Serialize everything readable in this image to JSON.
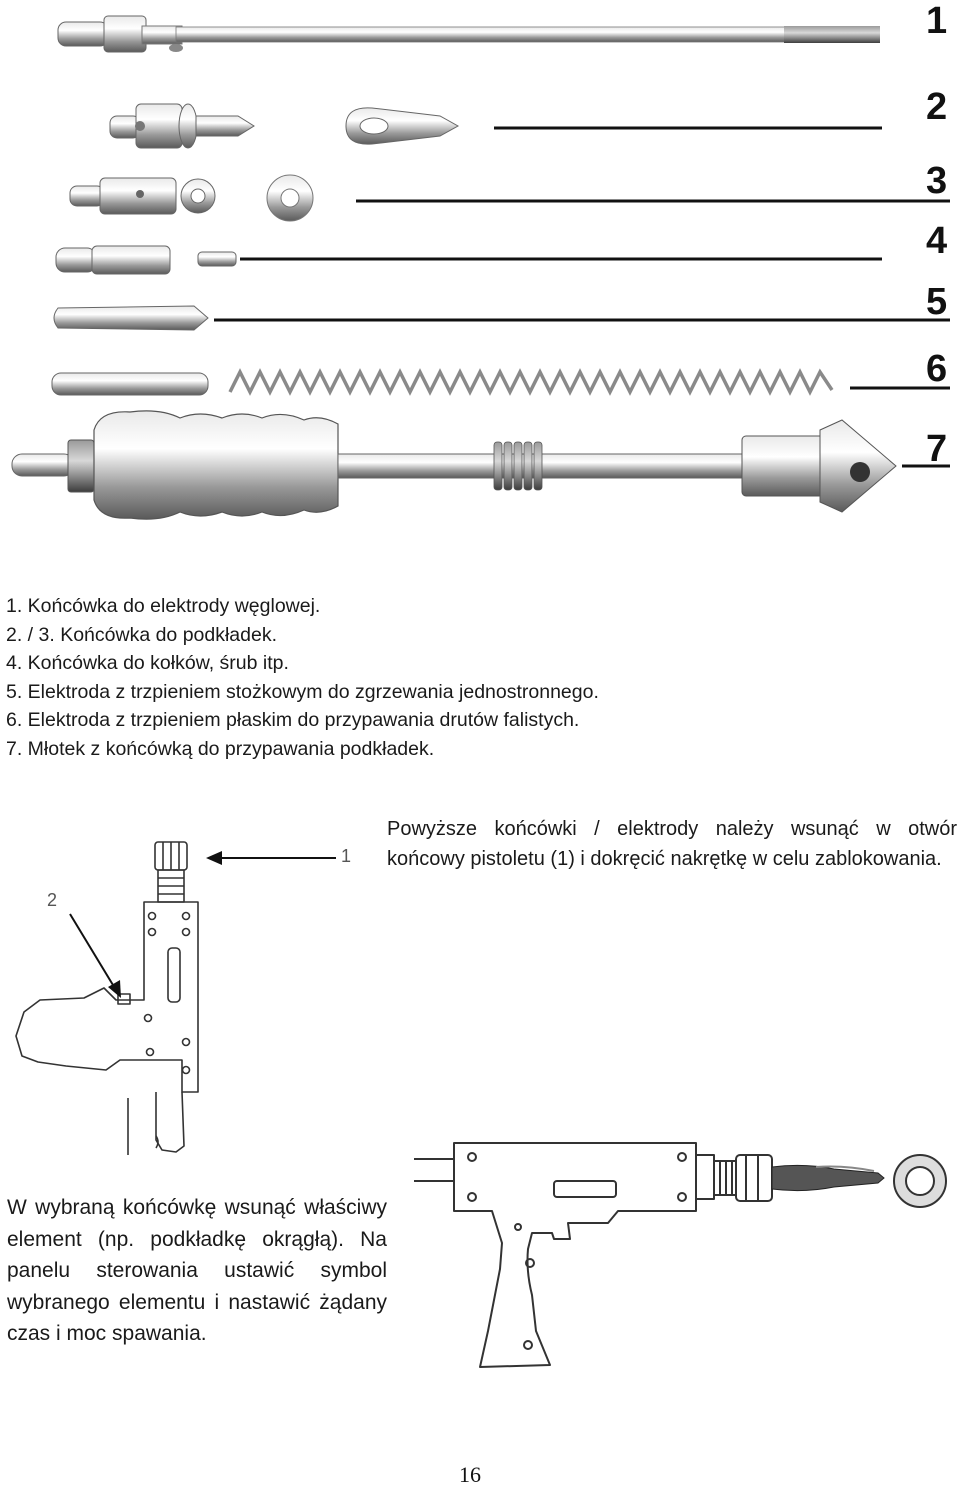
{
  "figure": {
    "callout_numbers": [
      "1",
      "2",
      "3",
      "4",
      "5",
      "6",
      "7"
    ]
  },
  "legend": {
    "items": [
      "1. Końcówka do elektrody węglowej.",
      "2. / 3. Końcówka do podkładek.",
      "4. Końcówka do kołków, śrub itp.",
      "5. Elektroda z trzpieniem stożkowym do zgrzewania jednostronnego.",
      "6. Elektroda z trzpieniem płaskim do przypawania drutów falistych.",
      "7. Młotek z końcówką do przypawania podkładek."
    ]
  },
  "gun_diagram": {
    "label_1": "1",
    "label_2": "2"
  },
  "instructions": {
    "insert_tips": "Powyższe końcówki / elektrody należy wsunąć w otwór końcowy pistoletu (1) i dokręcić nakrętkę w celu zablokowania.",
    "insert_element": "W wybraną końcówkę wsunąć właściwy element (np. podkładkę okrągłą). Na panelu sterowania ustawić symbol wybranego elementu i nastawić żądany czas i moc spawania."
  },
  "footer": {
    "page_number": "16"
  }
}
